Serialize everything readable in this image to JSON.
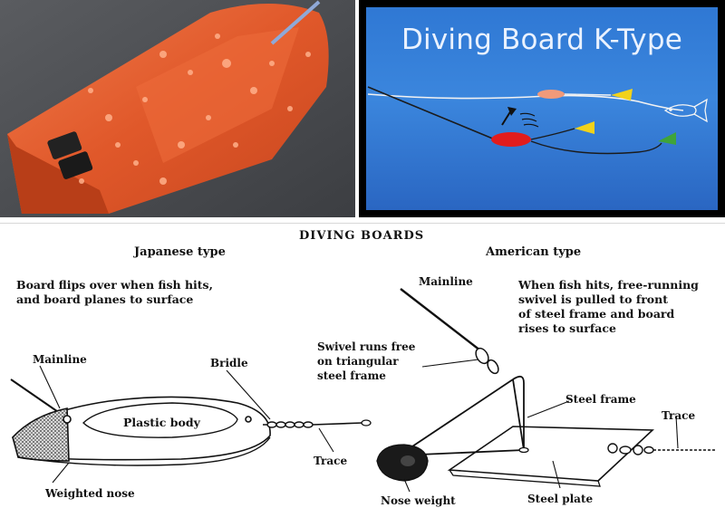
{
  "ktype": {
    "title": "Diving Board K-Type"
  },
  "diagram": {
    "title": "DIVING BOARDS",
    "japanese": {
      "heading": "Japanese type",
      "desc_line1": "Board flips over when fish hits,",
      "desc_line2": "and board planes to surface",
      "mainline": "Mainline",
      "bridle": "Bridle",
      "plastic_body": "Plastic body",
      "trace": "Trace",
      "weighted_nose": "Weighted nose"
    },
    "american": {
      "heading": "American type",
      "mainline": "Mainline",
      "desc_line1": "When fish hits, free-running",
      "desc_line2": "swivel is pulled to front",
      "desc_line3": "of steel frame and board",
      "desc_line4": "rises to surface",
      "swivel_line1": "Swivel runs free",
      "swivel_line2": "on triangular",
      "swivel_line3": "steel frame",
      "steel_frame": "Steel frame",
      "trace": "Trace",
      "nose_weight": "Nose weight",
      "steel_plate": "Steel plate"
    }
  },
  "colors": {
    "board_orange": "#e05a2a",
    "ktype_blue": "#3580d8",
    "lure_red": "#e21c1c",
    "lure_peach": "#f09a7a",
    "lure_yellow": "#f2d21a",
    "lure_green": "#3fa43a"
  }
}
